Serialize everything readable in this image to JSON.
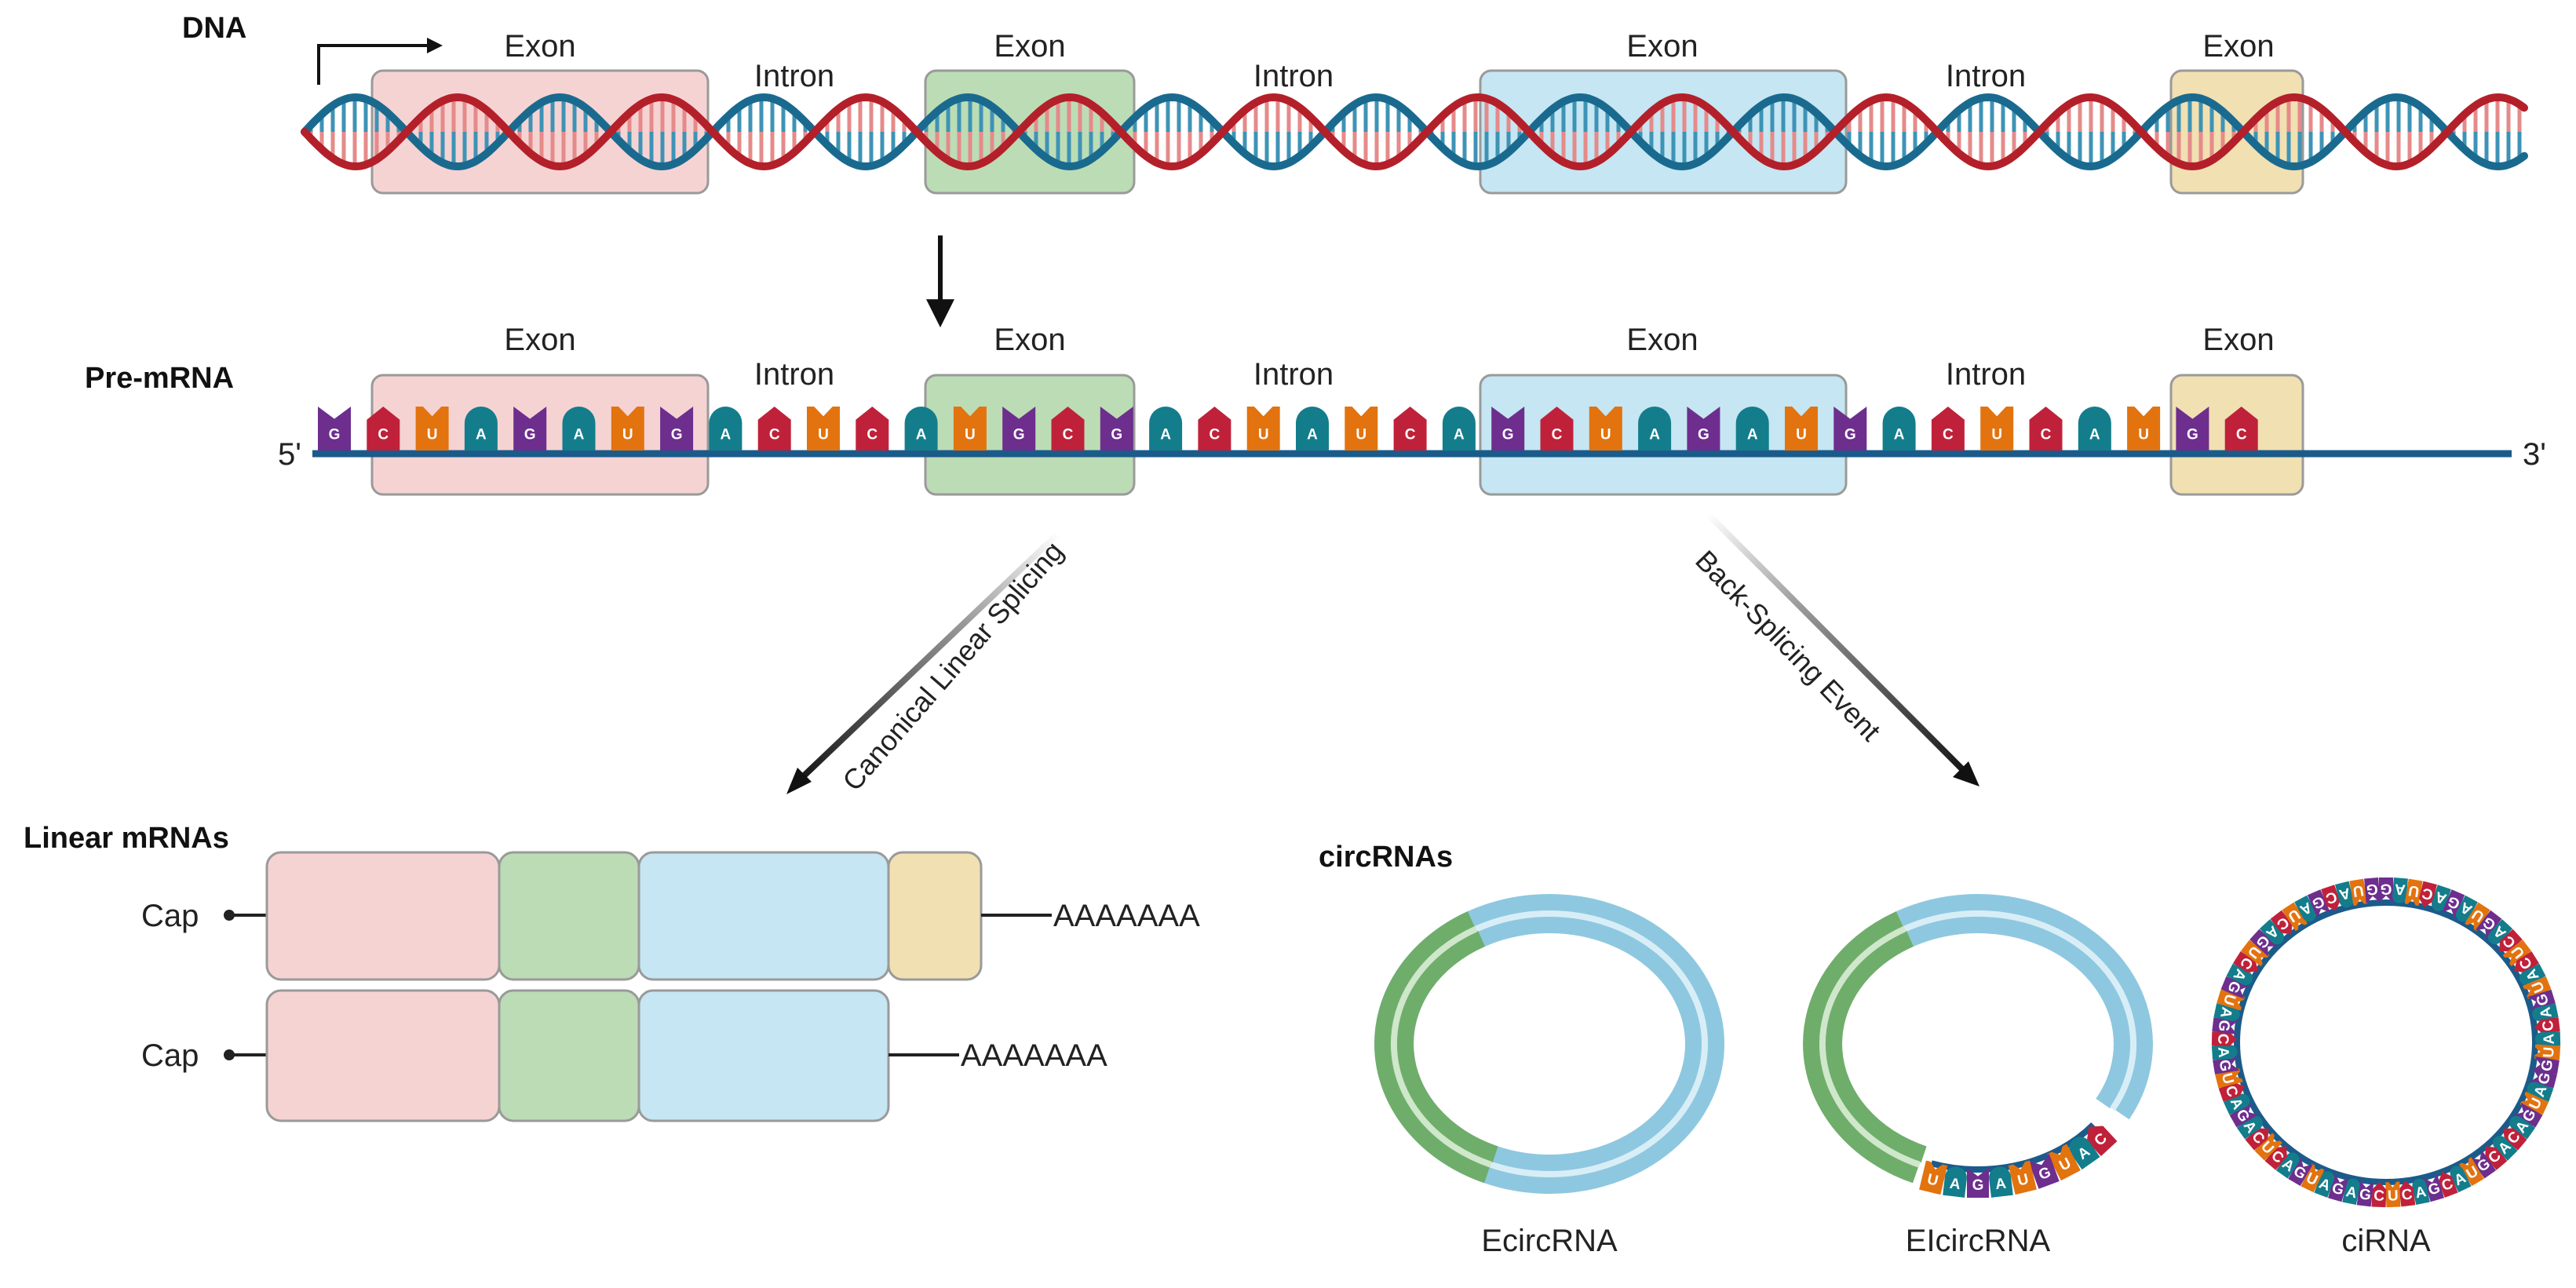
{
  "colors": {
    "strand_red": "#b3202a",
    "strand_blue": "#1a6a8f",
    "exon1": "#f6d3d3",
    "exon2": "#bcdcb5",
    "exon3": "#c5e6f2",
    "exon4": "#f1e0b2",
    "box_stroke": "#9a9a9a",
    "backbone": "#1b5b8a",
    "nt_G": "#6d2e8e",
    "nt_C": "#c0213a",
    "nt_U": "#e2730f",
    "nt_A": "#137d8c",
    "green_ring": "#6fad6b",
    "blue_ring": "#8ec8e0"
  },
  "labels": {
    "dna": "DNA",
    "pre_mrna": "Pre-mRNA",
    "linear_mrnas": "Linear mRNAs",
    "circrnas": "circRNAs",
    "exon": "Exon",
    "intron": "Intron",
    "five_prime": "5'",
    "three_prime": "3'",
    "canonical": "Canonical Linear Splicing",
    "back_splicing": "Back-Splicing Event",
    "cap": "Cap",
    "polyA": "AAAAAAA",
    "ecircrna": "EcircRNA",
    "eicircrna": "EIcircRNA",
    "cirna": "ciRNA"
  },
  "pre_mrna_sequence": "GCUAGAUGACUCAUGCGACUAUCAGCUAGAUGACUCAUGC",
  "eicirc_intron_sequence": "CAUGUAGAU",
  "cirna_sequence": "GAUCAGAUGACUCAUGACAUGGAUGACACGUACGACUCGAGAUGACUCAGACUGACGAUGACUGACUAGCAUG"
}
